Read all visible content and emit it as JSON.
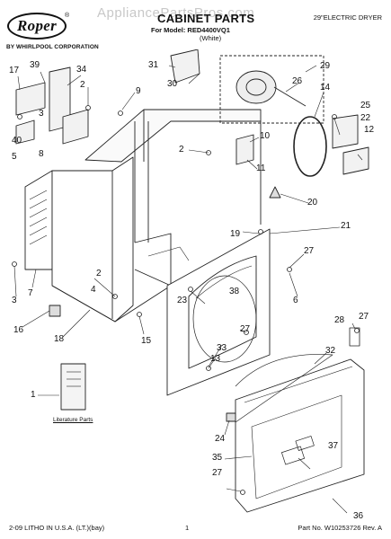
{
  "header": {
    "brand": "Roper",
    "registered_mark": "®",
    "byline": "BY WHIRLPOOL CORPORATION",
    "watermark": "AppliancePartsPros.com",
    "title": "CABINET PARTS",
    "model_line": "For Model: RED4400VQ1",
    "color_line": "(White)",
    "product": "29\"ELECTRIC DRYER"
  },
  "diagram": {
    "callouts": [
      "17",
      "39",
      "34",
      "2",
      "9",
      "3",
      "40",
      "5",
      "8",
      "31",
      "30",
      "29",
      "26",
      "14",
      "25",
      "22",
      "12",
      "2",
      "10",
      "11",
      "20",
      "19",
      "21",
      "27",
      "6",
      "38",
      "23",
      "2",
      "4",
      "3",
      "7",
      "16",
      "18",
      "15",
      "27",
      "33",
      "13",
      "28",
      "27",
      "32",
      "24",
      "37",
      "35",
      "27",
      "36",
      "1"
    ],
    "literature_label": "Literature Parts"
  },
  "footer": {
    "left": "2-09 LITHO IN U.S.A. (LT.)(bay)",
    "center": "1",
    "right": "Part No. W10253726 Rev. A"
  }
}
